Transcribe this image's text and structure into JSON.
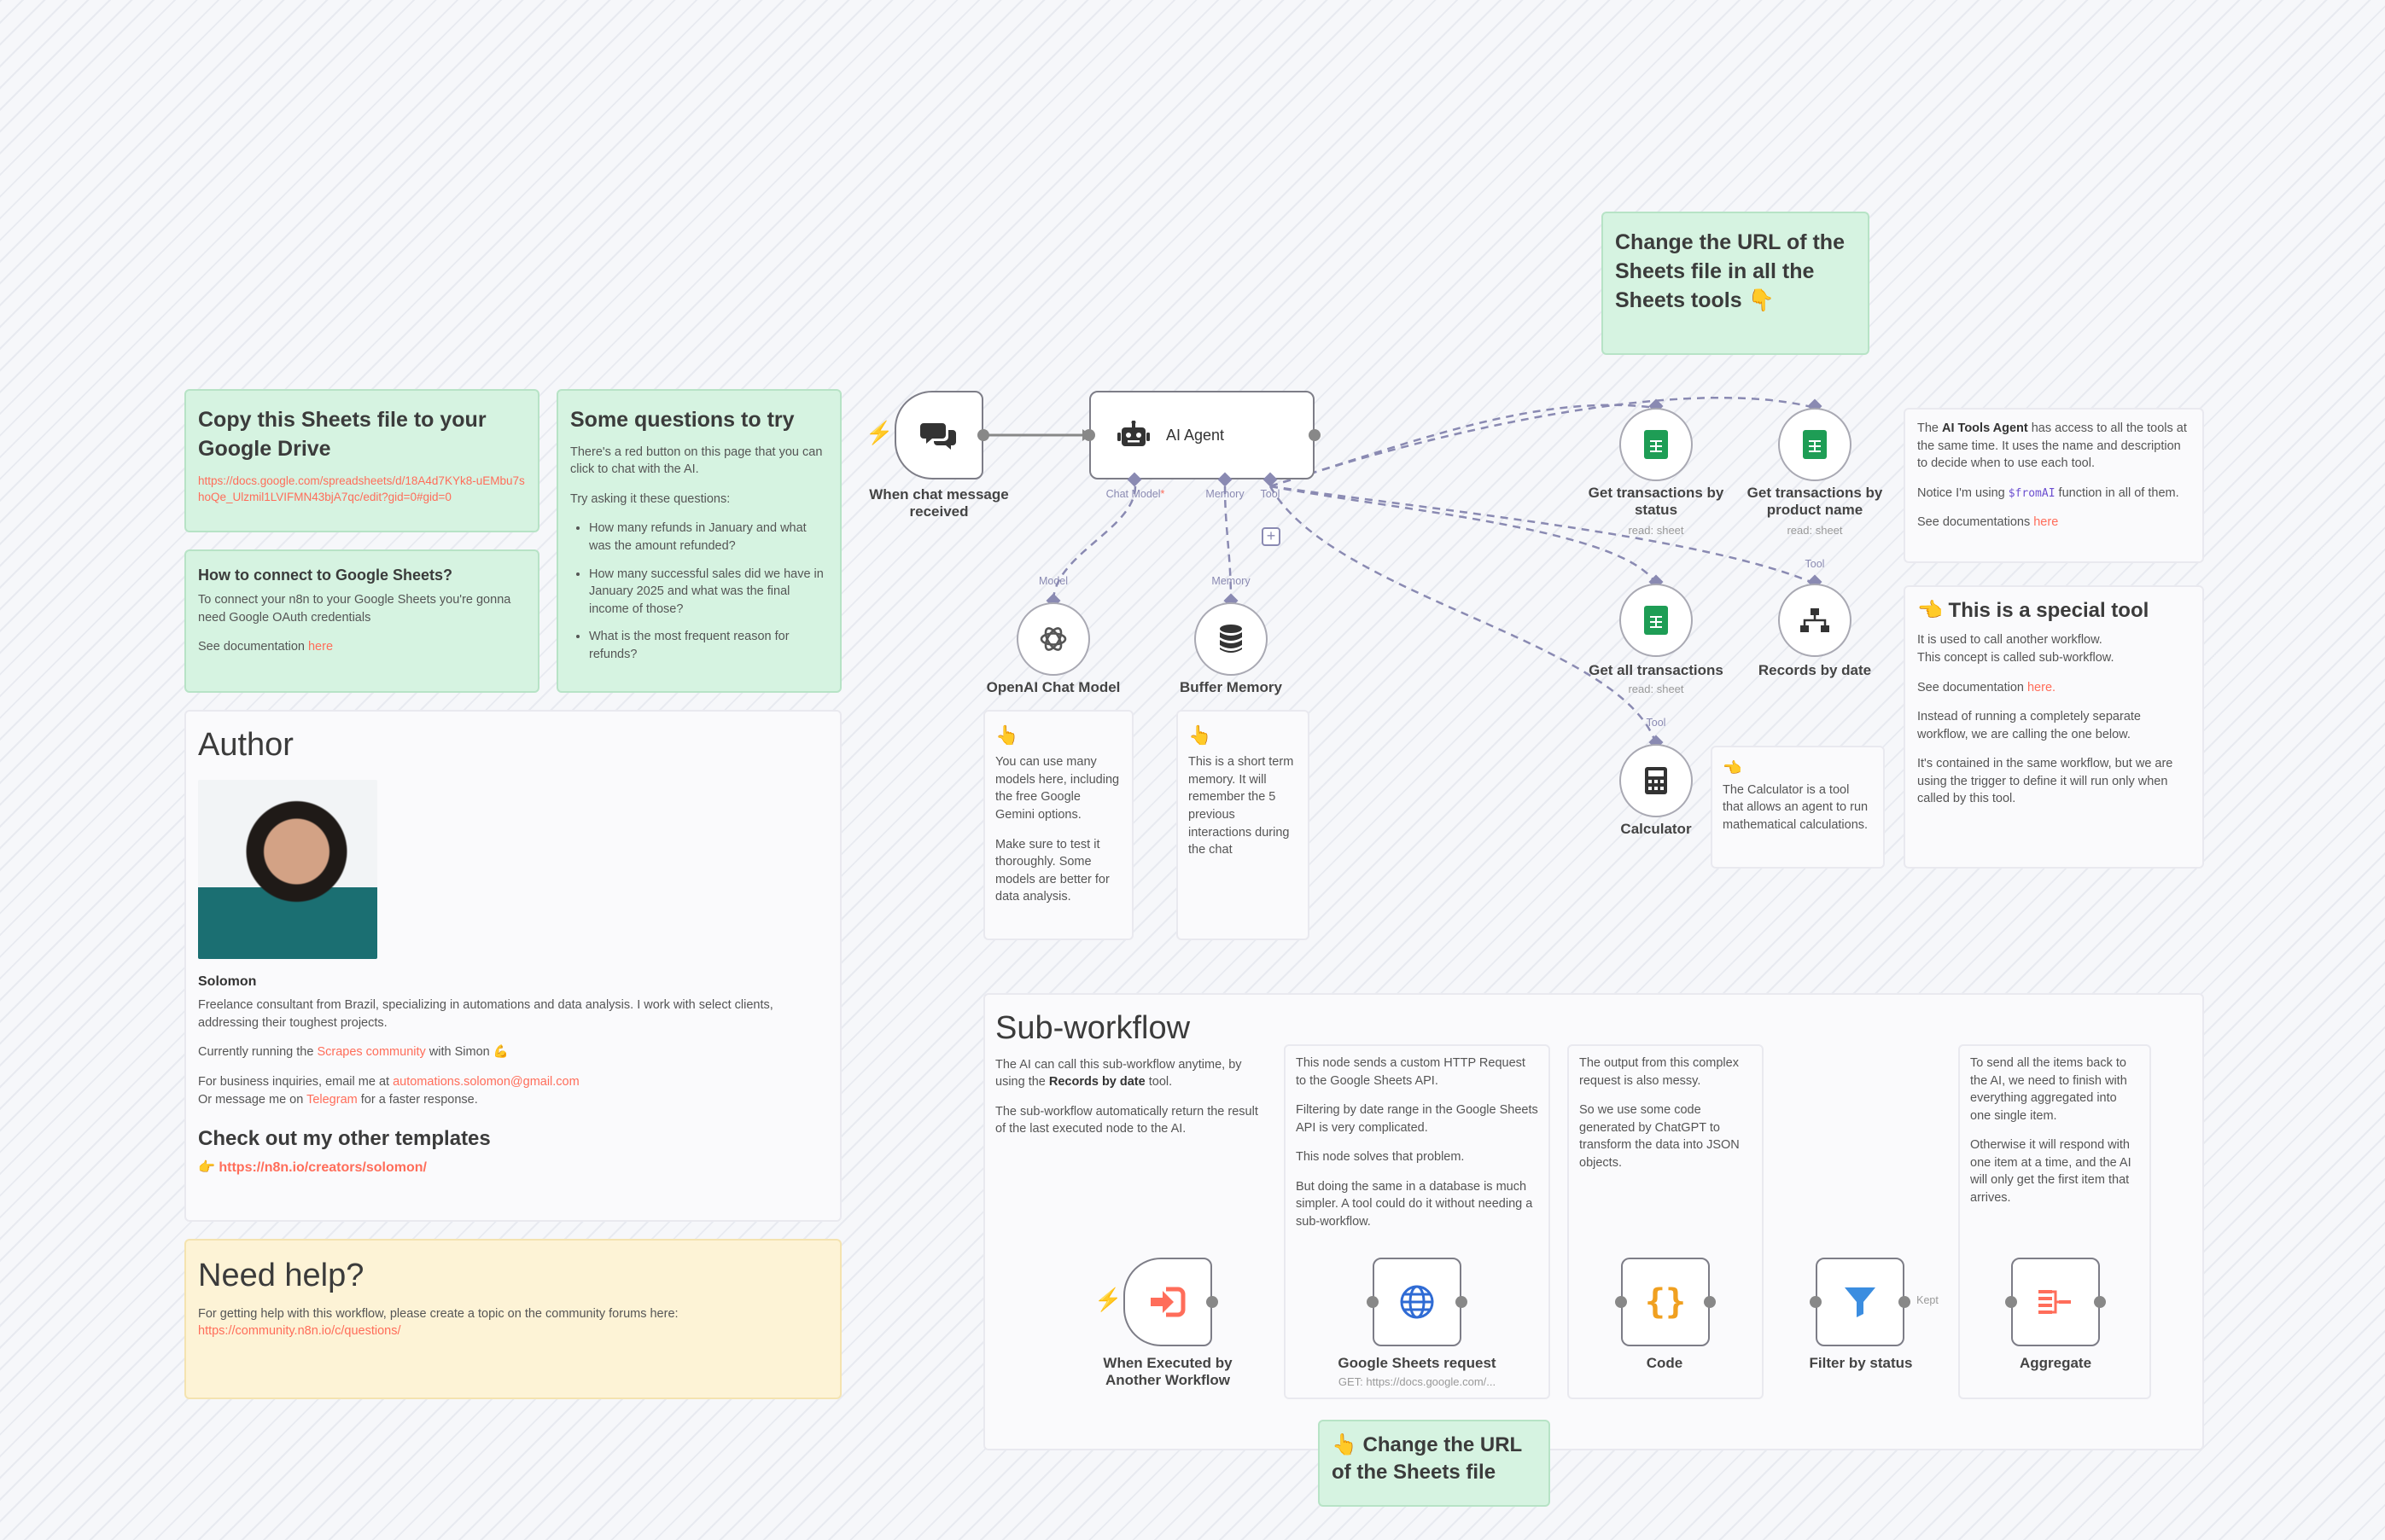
{
  "notes": {
    "copy_sheets": {
      "title": "Copy this Sheets file to your Google Drive",
      "url": "https://docs.google.com/spreadsheets/d/18A4d7KYk8-uEMbu7shoQe_Ulzmil1LVIFMN43bjA7qc/edit?gid=0#gid=0"
    },
    "questions": {
      "title": "Some questions to try",
      "intro": "There's a red button on this page that you can click to chat with the AI.",
      "ask": "Try asking it these questions:",
      "items": [
        "How many refunds in January and what was the amount refunded?",
        "How many successful sales did we have in January 2025 and what was the final income of those?",
        "What is the most frequent reason for refunds?"
      ]
    },
    "connect": {
      "title": "How to connect to Google Sheets?",
      "text": "To connect your n8n to your Google Sheets you're gonna need Google OAuth credentials",
      "see": "See documentation ",
      "link": "here"
    },
    "author": {
      "heading": "Author",
      "name": "Solomon",
      "bio": "Freelance consultant from Brazil, specializing in automations and data analysis. I work with select clients, addressing their toughest projects.",
      "running_pre": "Currently running the ",
      "running_link": "Scrapes community",
      "running_post": " with Simon 💪",
      "biz_pre": "For business inquiries, email me at ",
      "email": "automations.solomon@gmail.com",
      "msg_pre": "Or message me on ",
      "telegram": "Telegram",
      "msg_post": " for a faster response.",
      "templates_heading": "Check out my other templates",
      "templates_link": "👉 https://n8n.io/creators/solomon/"
    },
    "help": {
      "title": "Need help?",
      "text": "For getting help with this workflow, please create a topic on the community forums here:",
      "link": "https://community.n8n.io/c/questions/"
    },
    "change_url_top": {
      "title": "Change the URL of the Sheets file in all the Sheets tools 👇"
    },
    "tools_agent": {
      "p1_pre": "The ",
      "p1_bold": "AI Tools Agent",
      "p1_post": " has access to all the tools at the same time. It uses the name and description to decide when to use each tool.",
      "p2_pre": "Notice I'm using ",
      "p2_code": "$fromAI",
      "p2_post": " function in all of them.",
      "see": "See documentations ",
      "link": "here"
    },
    "special_tool": {
      "title": "👈 This is a special tool",
      "p1": "It is used to call another workflow.",
      "p1b": "This concept is called sub-workflow.",
      "see": "See documentation ",
      "link": "here.",
      "p2": "Instead of running a completely separate workflow, we are calling the one below.",
      "p3": "It's contained in the same workflow, but we are using the trigger to define it will run only when called by this tool."
    },
    "models": {
      "emoji": "👆",
      "p1": "You can use many models here, including the free Google Gemini options.",
      "p2": "Make sure to test it thoroughly. Some models are better for data analysis."
    },
    "memory": {
      "emoji": "👆",
      "p1": "This is a short term memory. It will remember the 5 previous interactions during the chat"
    },
    "calculator": {
      "emoji": "👈",
      "p1": "The Calculator is a tool that allows an agent to run mathematical calculations."
    },
    "subworkflow": {
      "heading": "Sub-workflow",
      "p1_pre": "The AI can call this sub-workflow anytime, by using the ",
      "p1_bold": "Records by date",
      "p1_post": " tool.",
      "p2": "The sub-workflow automatically return the result of the last executed node to the AI."
    },
    "http_note": {
      "p1": "This node sends a custom HTTP Request to the Google Sheets API.",
      "p2": "Filtering by date range in the Google Sheets API is very complicated.",
      "p3": "This node solves that problem.",
      "p4": "But doing the same in a database is much simpler. A tool could do it without needing a sub-workflow."
    },
    "code_note": {
      "p1": "The output from this complex request is also messy.",
      "p2": "So we use some code generated by ChatGPT to transform the data into JSON objects."
    },
    "aggregate_note": {
      "p1": "To send all the items back to the AI, we need to finish with everything aggregated into one single item.",
      "p2": "Otherwise it will respond with one item at a time, and the AI will only get the first item that arrives."
    },
    "change_url_bottom": {
      "title": "👆 Change the URL of the Sheets file"
    }
  },
  "nodes": {
    "chat_trigger": {
      "label": "When chat message received",
      "icon": "chat-bubbles-icon"
    },
    "ai_agent": {
      "label": "AI Agent",
      "icon": "robot-icon",
      "ports": {
        "chat_model": "Chat Model",
        "required_mark": "*",
        "memory": "Memory",
        "tool": "Tool"
      }
    },
    "openai": {
      "label": "OpenAI Chat Model",
      "port": "Model",
      "icon": "openai-icon"
    },
    "buffer": {
      "label": "Buffer Memory",
      "port": "Memory",
      "icon": "database-icon"
    },
    "tx_status": {
      "label": "Get transactions by status",
      "sub": "read: sheet",
      "icon": "google-sheets-icon"
    },
    "tx_product": {
      "label": "Get transactions by product name",
      "sub": "read: sheet",
      "icon": "google-sheets-icon"
    },
    "tx_all": {
      "label": "Get all transactions",
      "sub": "read: sheet",
      "icon": "google-sheets-icon"
    },
    "records_date": {
      "label": "Records by date",
      "port": "Tool",
      "icon": "sitemap-icon"
    },
    "calculator": {
      "label": "Calculator",
      "port": "Tool",
      "icon": "calculator-icon"
    },
    "exec_trigger": {
      "label": "When Executed by Another Workflow",
      "icon": "sign-in-icon"
    },
    "sheets_req": {
      "label": "Google Sheets request",
      "sub": "GET: https://docs.google.com/...",
      "icon": "globe-icon"
    },
    "code": {
      "label": "Code",
      "icon": "braces-icon"
    },
    "filter": {
      "label": "Filter by status",
      "edge": "Kept",
      "icon": "filter-icon"
    },
    "aggregate": {
      "label": "Aggregate",
      "icon": "aggregate-icon"
    }
  },
  "colors": {
    "accent": "#ff6d5a",
    "wire": "#8a8ab2",
    "sheets": "#1e9d55",
    "filter": "#3b8de0"
  }
}
